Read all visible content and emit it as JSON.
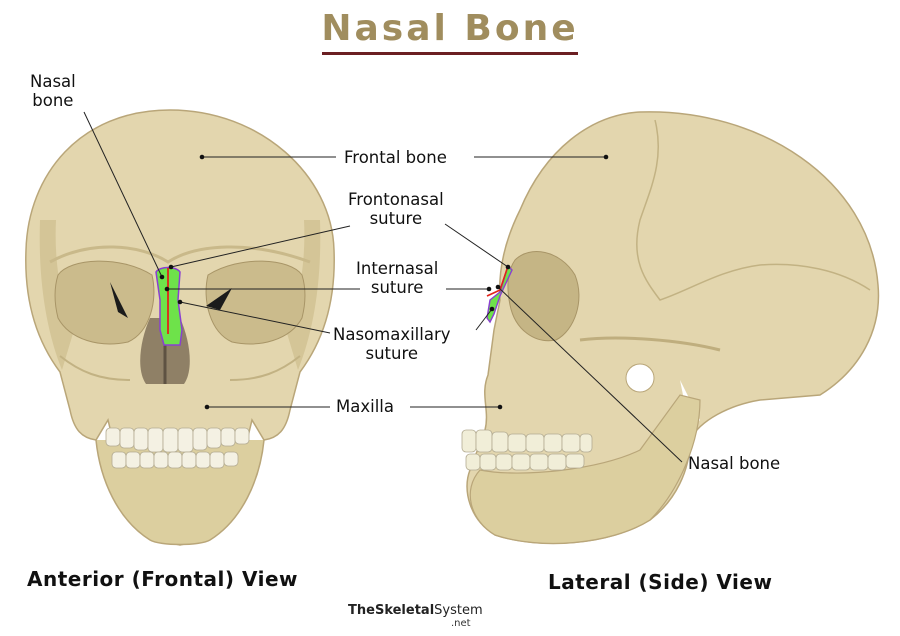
{
  "title": "Nasal Bone",
  "colors": {
    "title": "#a08d5e",
    "title_underline": "#6b1f22",
    "bone": "#e3d6ae",
    "bone_shadow": "#c9b98a",
    "nasal_highlight": "#6ee24a",
    "frontonasal_suture": "#e2231a",
    "nasomaxillary_suture": "#8a3fd1",
    "leader_line": "#222222"
  },
  "labels": {
    "nasal_bone_left": [
      "Nasal",
      "bone"
    ],
    "frontal_bone": "Frontal bone",
    "frontonasal_suture": [
      "Frontonasal",
      "suture"
    ],
    "internasal_suture": [
      "Internasal",
      "suture"
    ],
    "nasomaxillary_suture": [
      "Nasomaxillary",
      "suture"
    ],
    "maxilla": "Maxilla",
    "nasal_bone_right": "Nasal bone"
  },
  "views": {
    "anterior": "Anterior (Frontal) View",
    "lateral": "Lateral (Side) View"
  },
  "brand": {
    "the": "The",
    "skeletal": "Skeletal",
    "system": "System",
    "tld": ".net"
  }
}
